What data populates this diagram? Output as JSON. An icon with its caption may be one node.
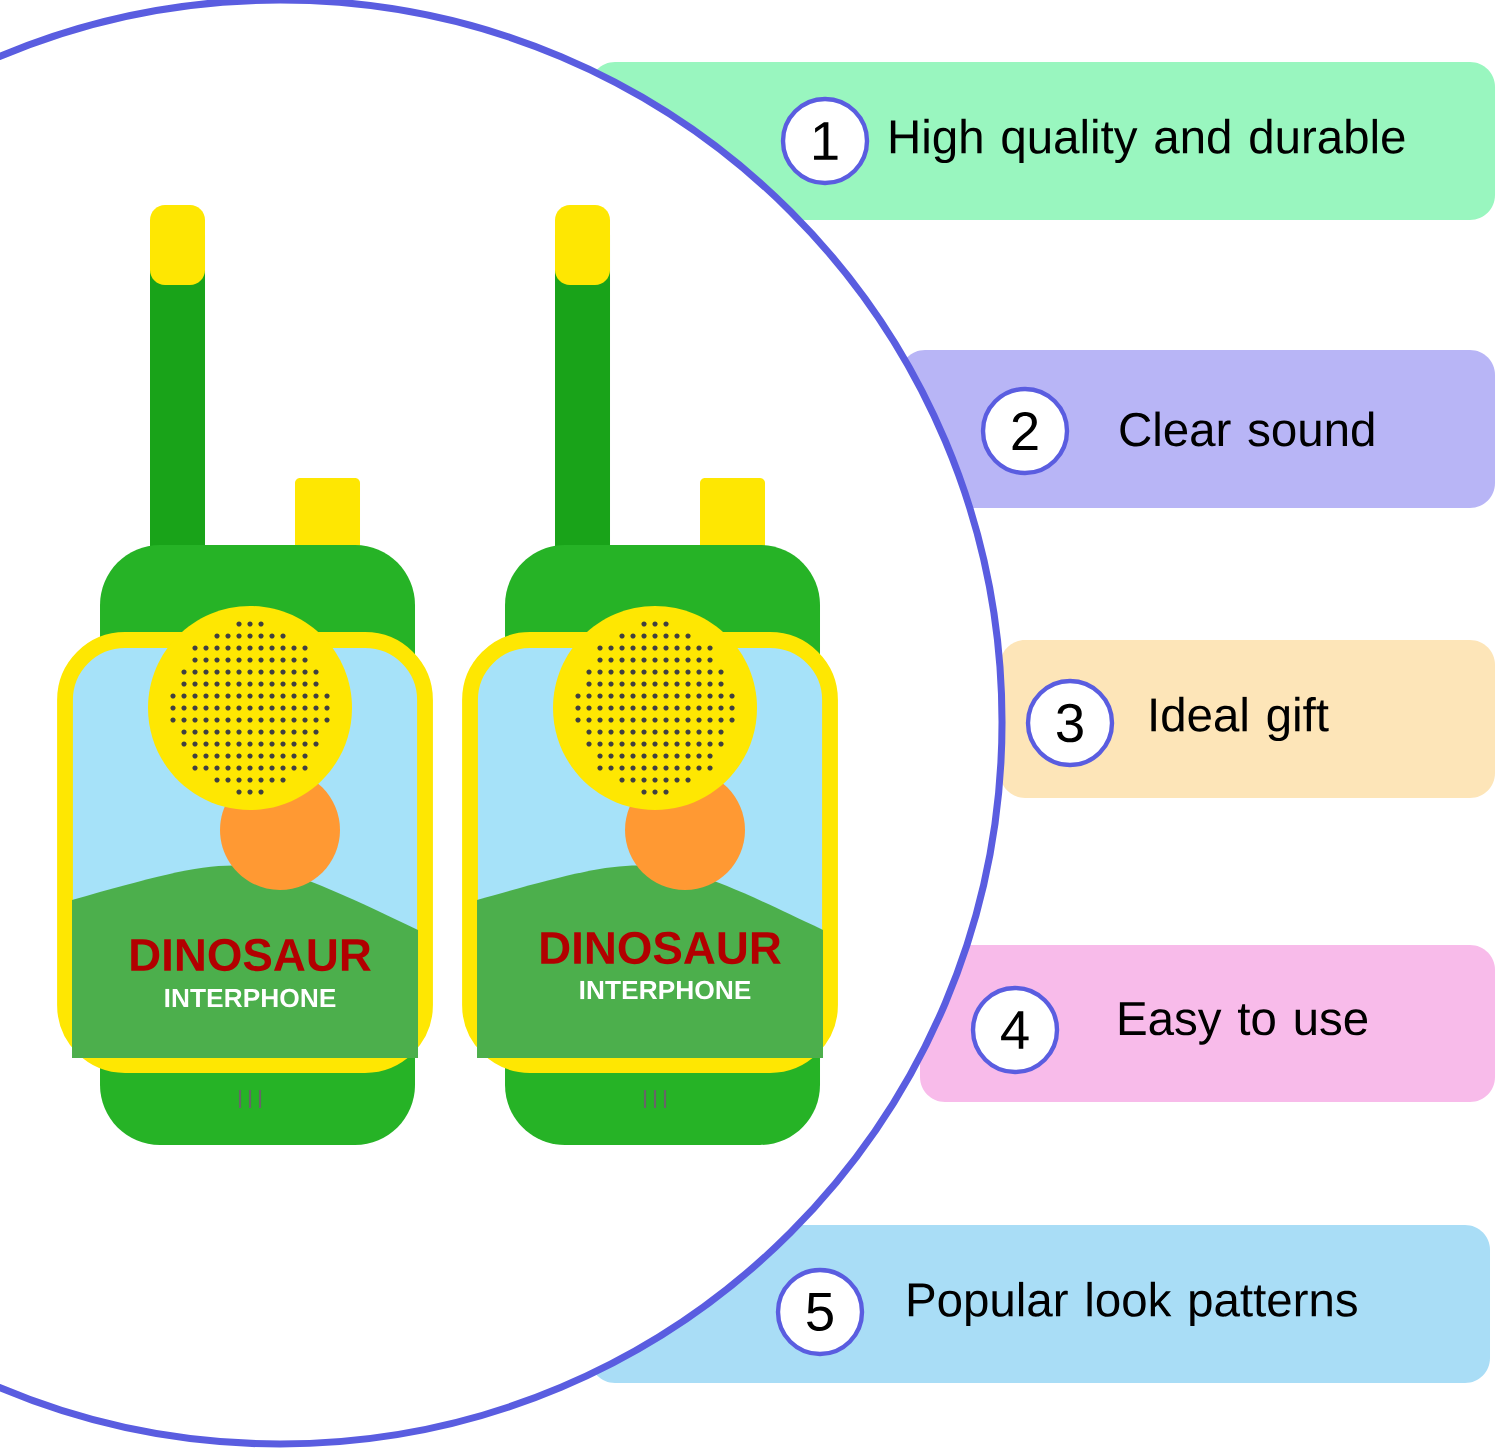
{
  "diagram": {
    "nodes": [
      {
        "text": [
          "High quality and durable"
        ]
      },
      {
        "text": [
          "1"
        ],
        "in": 0
      },
      {
        "text": [
          "Clear sound"
        ]
      },
      {
        "text": [
          "2"
        ],
        "in": 2
      },
      {
        "text": [
          "Ideal gift"
        ]
      },
      {
        "text": [
          "3"
        ],
        "in": 4
      },
      {
        "text": [
          "Easy to use"
        ]
      },
      {
        "text": [
          "4"
        ],
        "in": 6
      },
      {
        "text": [
          "Popular look patterns"
        ]
      },
      {
        "text": [
          "5"
        ],
        "in": 8
      }
    ],
    "labels": [
      "DINOSAUR",
      "INTERPHONE",
      "DINOSAUR",
      "INTERPHONE"
    ]
  }
}
